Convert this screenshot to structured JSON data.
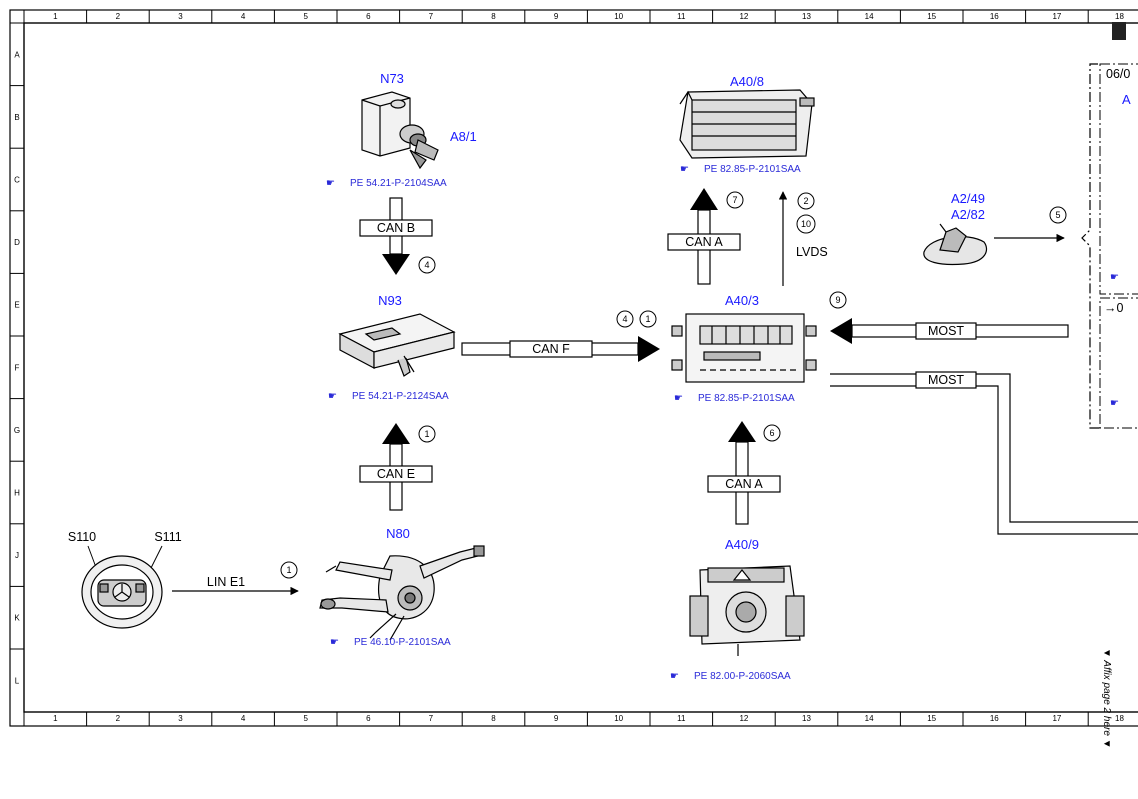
{
  "frame": {
    "columns": [
      "1",
      "2",
      "3",
      "4",
      "5",
      "6",
      "7",
      "8",
      "9",
      "10",
      "11",
      "12",
      "13",
      "14",
      "15",
      "16",
      "17",
      "18"
    ],
    "rows": [
      "A",
      "B",
      "C",
      "D",
      "E",
      "F",
      "G",
      "H",
      "J",
      "K",
      "L"
    ]
  },
  "components": {
    "n73": {
      "label": "N73",
      "sub": "A8/1",
      "ref": "PE 54.21-P-2104SAA",
      "icon": "ignition-switch-icon"
    },
    "n93": {
      "label": "N93",
      "ref": "PE 54.21-P-2124SAA",
      "icon": "control-module-icon"
    },
    "n80": {
      "label": "N80",
      "ref": "PE 46.10-P-2101SAA",
      "icon": "steering-column-module-icon"
    },
    "steering_wheel": {
      "left": "S110",
      "right": "S111",
      "icon": "steering-wheel-icon"
    },
    "a40_8": {
      "label": "A40/8",
      "ref": "PE 82.85-P-2101SAA",
      "icon": "display-unit-icon"
    },
    "a40_3": {
      "label": "A40/3",
      "ref": "PE 82.85-P-2101SAA",
      "icon": "head-unit-icon"
    },
    "a40_9": {
      "label": "A40/9",
      "ref": "PE 82.00-P-2060SAA",
      "icon": "control-panel-icon"
    },
    "antenna": {
      "label1": "A2/49",
      "label2": "A2/82",
      "icon": "roof-antenna-icon"
    }
  },
  "buses": {
    "can_b": "CAN B",
    "can_e": "CAN E",
    "can_f": "CAN F",
    "can_a_top": "CAN A",
    "can_a_bottom": "CAN A",
    "lin_e1": "LIN E1",
    "lvds": "LVDS",
    "most_in": "MOST",
    "most_out": "MOST"
  },
  "markers": {
    "m4_canb": "4",
    "m1_cane": "1",
    "m1_lin": "1",
    "m4_canf": "4",
    "m1_canf": "1",
    "m7": "7",
    "m2": "2",
    "m10": "10",
    "m9": "9",
    "m6": "6",
    "m5": "5"
  },
  "right_panel": {
    "partial_date": "06/0",
    "partial_letter": "A",
    "partial_arrow_text": "→0"
  },
  "side_note": "▼ Affix page 2 here ▼"
}
